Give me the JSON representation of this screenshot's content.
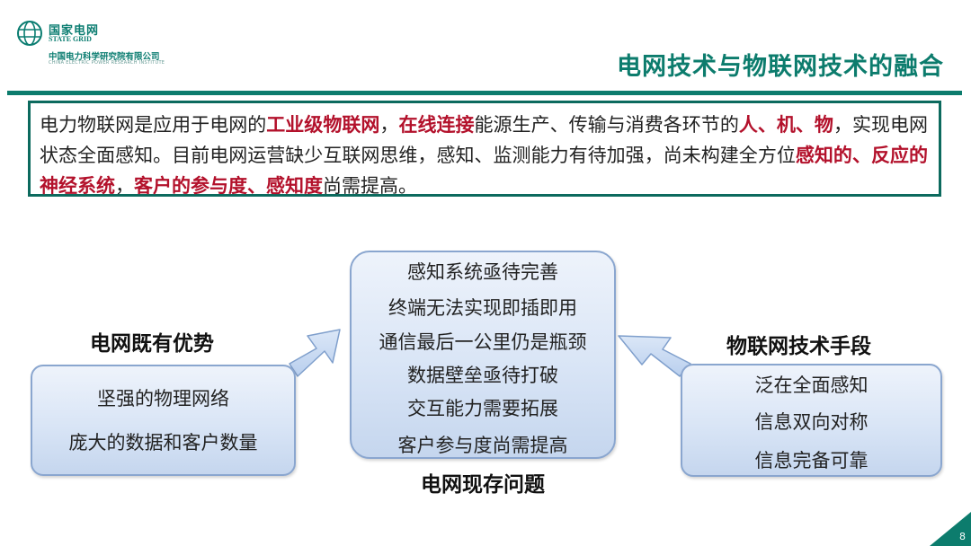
{
  "logo": {
    "name_cn": "国家电网",
    "name_en": "STATE GRID",
    "org_cn": "中国电力科学研究院有限公司",
    "org_en": "CHINA ELECTRIC POWER RESEARCH INSTITUTE"
  },
  "title": "电网技术与物联网技术的融合",
  "intro": {
    "segments": [
      {
        "text": "电力物联网是应用于电网的",
        "highlight": false
      },
      {
        "text": "工业级物联网",
        "highlight": true
      },
      {
        "text": "，",
        "highlight": false
      },
      {
        "text": "在线连接",
        "highlight": true
      },
      {
        "text": "能源生产、传输与消费各环节的",
        "highlight": false
      },
      {
        "text": "人、机、物",
        "highlight": true
      },
      {
        "text": "，实现电网状态全面感知。目前电网运营缺少互联网思维，感知、监测能力有待加强，尚未构建全方位",
        "highlight": false
      },
      {
        "text": "感知的、反应的神经系统",
        "highlight": true
      },
      {
        "text": "，",
        "highlight": false
      },
      {
        "text": "客户的参与度、感知度",
        "highlight": true
      },
      {
        "text": "尚需提高。",
        "highlight": false
      }
    ]
  },
  "left": {
    "heading": "电网既有优势",
    "items": [
      "坚强的物理网络",
      "庞大的数据和客户数量"
    ]
  },
  "center": {
    "heading": "电网现存问题",
    "items": [
      "感知系统亟待完善",
      "终端无法实现即插即用",
      "通信最后一公里仍是瓶颈",
      "数据壁垒亟待打破",
      "交互能力需要拓展",
      "客户参与度尚需提高"
    ]
  },
  "right": {
    "heading": "物联网技术手段",
    "items": [
      "泛在全面感知",
      "信息双向对称",
      "信息完备可靠"
    ]
  },
  "page_number": "8",
  "colors": {
    "brand": "#0c7c6d",
    "highlight": "#b3112b",
    "node_border": "#8aa6cf",
    "arrow_fill": "#c9dcf3"
  }
}
